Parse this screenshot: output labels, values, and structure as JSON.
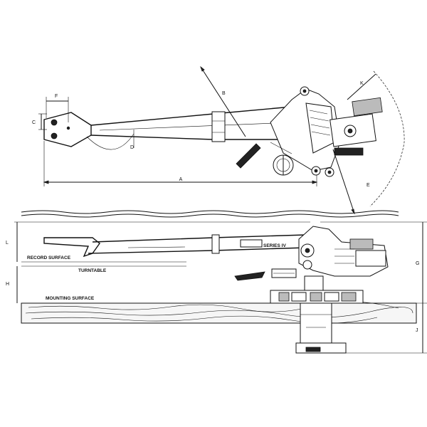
{
  "dimension_labels": {
    "a": "A",
    "b": "B",
    "c": "C",
    "d": "D",
    "e": "E",
    "f": "F",
    "g": "G",
    "h": "H",
    "j": "J",
    "k": "K",
    "l": "L"
  },
  "surface_labels": {
    "record_surface": "RECORD SURFACE",
    "turntable": "TURNTABLE",
    "mounting_surface": "MOUNTING SURFACE"
  },
  "arm_badge": "SERIES IV"
}
